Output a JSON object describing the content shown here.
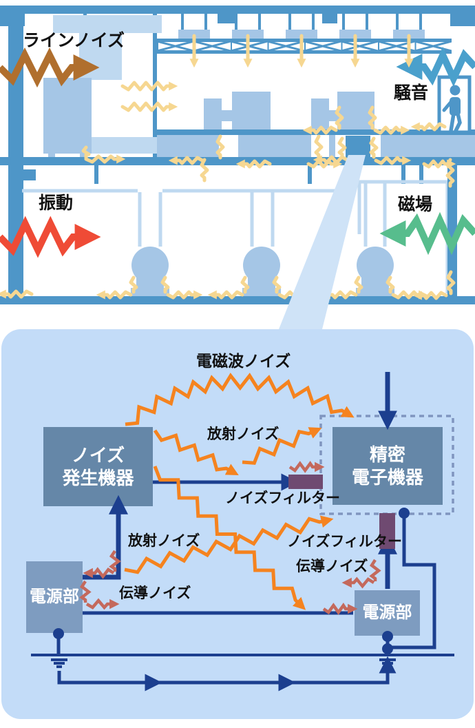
{
  "scene": {
    "top": {
      "line_noise_label": "ラインノイズ",
      "sound_label": "騒音",
      "vibration_label": "振動",
      "magnetic_label": "磁場"
    },
    "panel": {
      "em_wave_label": "電磁波ノイズ",
      "radiated_top_label": "放射ノイズ",
      "radiated_left_label": "放射ノイズ",
      "conducted_left_label": "伝導ノイズ",
      "conducted_right_label": "伝導ノイズ",
      "filter_mid_label": "ノイズフィルター",
      "filter_right_label": "ノイズフィルター",
      "noise_source_line1": "ノイズ",
      "noise_source_line2": "発生機器",
      "precision_line1": "精密",
      "precision_line2": "電子機器",
      "power_left_label": "電源部",
      "power_right_label": "電源部"
    },
    "colors": {
      "structure": "#4e96c8",
      "machine": "#a5c6e6",
      "duct": "#bfd9f0",
      "callout": "#cfe3f7",
      "panel_bg": "#c3dcf8",
      "box_steel": "#6587a8",
      "box_power": "#7e9cc0",
      "navy": "#1c3f8f",
      "orange": "#f5831f",
      "brick": "#c4695c",
      "purple": "#6f4a71",
      "brown": "#b06f2e",
      "red": "#ef4b36",
      "green": "#57bd8d",
      "cyan": "#4aa0cc",
      "yellow": "#f6d791",
      "dash_border": "#8095bf"
    }
  }
}
